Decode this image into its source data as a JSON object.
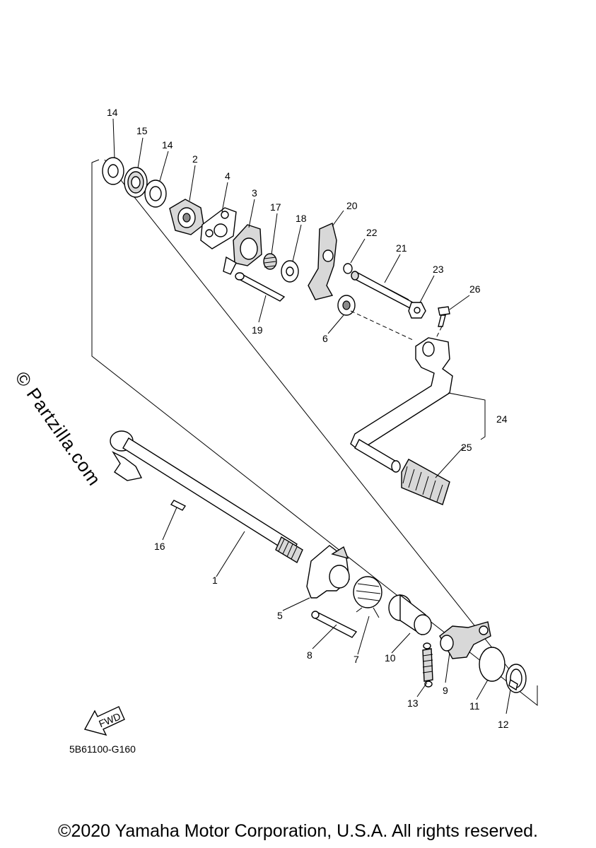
{
  "diagram": {
    "code": "5B61100-G160",
    "fwd_label": "FWD",
    "watermark": "© Partzilla.com",
    "copyright": "©2020 Yamaha Motor Corporation, U.S.A. All rights reserved."
  },
  "callouts": {
    "c1": "1",
    "c2": "2",
    "c3": "3",
    "c4": "4",
    "c5": "5",
    "c6": "6",
    "c7": "7",
    "c8": "8",
    "c9": "9",
    "c10": "10",
    "c11": "11",
    "c12": "12",
    "c13": "13",
    "c14a": "14",
    "c14b": "14",
    "c15": "15",
    "c16": "16",
    "c17": "17",
    "c18": "18",
    "c19": "19",
    "c20": "20",
    "c21": "21",
    "c22": "22",
    "c23": "23",
    "c24": "24",
    "c25": "25",
    "c26": "26"
  }
}
